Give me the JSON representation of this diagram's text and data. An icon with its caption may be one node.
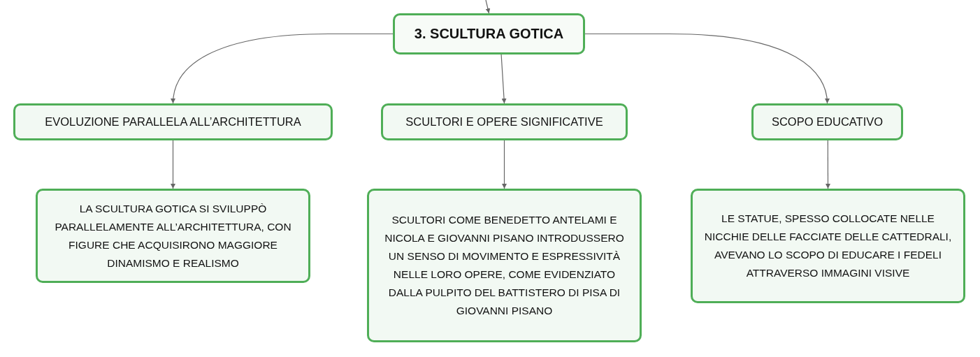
{
  "diagram": {
    "nodes": [
      {
        "text": [
          "3. SCULTURA GOTICA"
        ]
      },
      {
        "text": [
          "EVOLUZIONE PARALLELA ALL’ARCHITETTURA"
        ]
      },
      {
        "text": [
          "SCULTORI E OPERE SIGNIFICATIVE"
        ]
      },
      {
        "text": [
          "SCOPO EDUCATIVO"
        ]
      },
      {
        "text": [
          "LA SCULTURA GOTICA SI SVILUPPÒ PARALLELAMENTE ALL’ARCHITETTURA, CON FIGURE CHE ACQUISIRONO MAGGIORE DINAMISMO E REALISMO"
        ]
      },
      {
        "text": [
          "SCULTORI COME BENEDETTO ANTELAMI E NICOLA E GIOVANNI PISANO INTRODUSSERO UN SENSO DI MOVIMENTO E ESPRESSIVITÀ NELLE LORO OPERE, COME EVIDENZIATO DALLA PULPITO DEL BATTISTERO DI PISA DI GIOVANNI PISANO"
        ]
      },
      {
        "text": [
          "LE STATUE, SPESSO COLLOCATE NELLE NICCHIE DELLE FACCIATE DELLE CATTEDRALI, AVEVANO LO SCOPO DI EDUCARE I FEDELI ATTRAVERSO IMMAGINI VISIVE"
        ]
      }
    ],
    "edges": [
      {
        "from": null,
        "to": 0,
        "arrow": "to"
      },
      {
        "from": 0,
        "to": 1,
        "arrow": "to"
      },
      {
        "from": 0,
        "to": 2,
        "arrow": "to"
      },
      {
        "from": 0,
        "to": 3,
        "arrow": "to"
      },
      {
        "from": 1,
        "to": 4,
        "arrow": "to"
      },
      {
        "from": 2,
        "to": 5,
        "arrow": "to"
      },
      {
        "from": 3,
        "to": 6,
        "arrow": "to"
      }
    ]
  }
}
